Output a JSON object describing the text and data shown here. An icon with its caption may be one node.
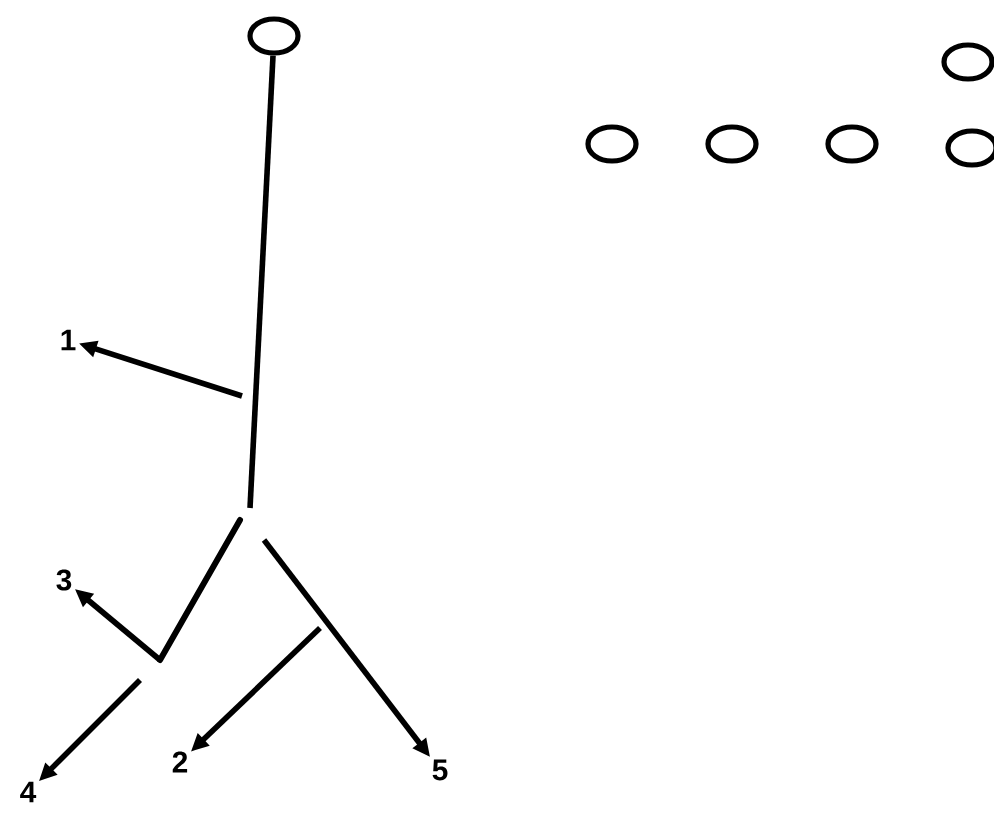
{
  "diagram": {
    "nodes": [
      {
        "text": [],
        "shape": "circle"
      },
      {
        "text": [],
        "shape": "circle"
      },
      {
        "text": [],
        "shape": "circle"
      },
      {
        "text": [],
        "shape": "circle"
      },
      {
        "text": [],
        "shape": "circle"
      },
      {
        "text": [],
        "shape": "circle"
      },
      {
        "text": [
          "1"
        ]
      },
      {
        "text": [
          "3"
        ]
      },
      {
        "text": [
          "4"
        ]
      },
      {
        "text": [
          "2"
        ]
      },
      {
        "text": [
          "5"
        ]
      }
    ],
    "edges": [
      {
        "from": 0,
        "to": null,
        "arrow": "none"
      },
      {
        "from": null,
        "to": 6,
        "arrow": "to"
      },
      {
        "from": null,
        "to": 7,
        "arrow": "to"
      },
      {
        "from": null,
        "to": 8,
        "arrow": "to"
      },
      {
        "from": null,
        "to": 9,
        "arrow": "to"
      },
      {
        "from": null,
        "to": 10,
        "arrow": "to"
      }
    ]
  }
}
